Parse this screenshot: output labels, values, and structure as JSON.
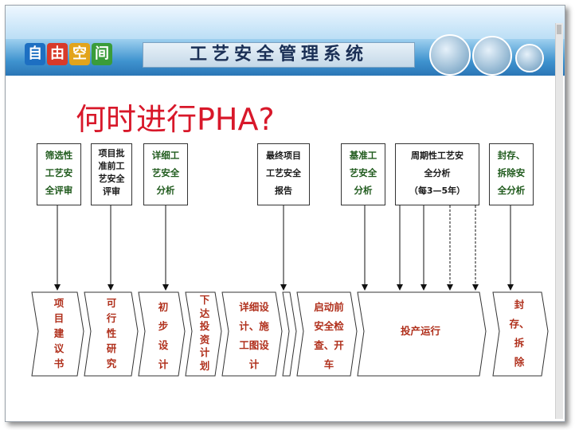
{
  "header": {
    "logo": [
      "自",
      "由",
      "空",
      "间"
    ],
    "system_title": "工艺安全管理系统"
  },
  "heading": "何时进行PHA?",
  "colors": {
    "heading": "#d8182a",
    "box_text_green": "#1f5a1c",
    "stage_text": "#b0301c"
  },
  "top_boxes": [
    {
      "lines": [
        "筛选性",
        "工艺安",
        "全评审"
      ]
    },
    {
      "lines": [
        "项目批",
        "准前工",
        "艺安全",
        "评审"
      ]
    },
    {
      "lines": [
        "详细工",
        "艺安全",
        "分析"
      ]
    },
    {
      "lines": [
        "最终项目",
        "工艺安全",
        "报告"
      ]
    },
    {
      "lines": [
        "基准工",
        "艺安全",
        "分析"
      ]
    },
    {
      "lines": [
        "周期性工艺安",
        "全分析",
        "（每3—5年）"
      ]
    },
    {
      "lines": [
        "封存、",
        "拆除安",
        "全分析"
      ]
    }
  ],
  "stages": [
    {
      "lines": [
        "项",
        "目",
        "建",
        "议",
        "书"
      ]
    },
    {
      "lines": [
        "可",
        "行",
        "性",
        "研",
        "究"
      ]
    },
    {
      "lines": [
        "初",
        "步",
        "设",
        "计"
      ]
    },
    {
      "lines": [
        "下",
        "达",
        "投",
        "资",
        "计",
        "划"
      ]
    },
    {
      "lines": [
        "详细设",
        "计、施",
        "工图设",
        "计"
      ]
    },
    {
      "lines": [
        "启动前",
        "安全检",
        "查、开",
        "车"
      ]
    },
    {
      "lines": [
        "投产运行"
      ]
    },
    {
      "lines": [
        "封",
        "存、",
        "拆",
        "除"
      ]
    }
  ]
}
